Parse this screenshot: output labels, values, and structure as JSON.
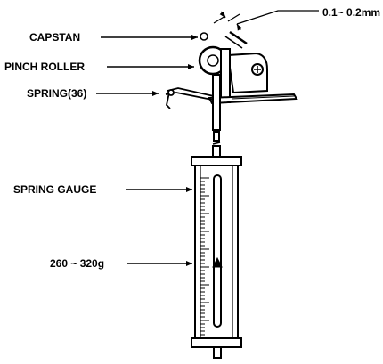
{
  "labels": {
    "capstan": "CAPSTAN",
    "pinch_roller": "PINCH ROLLER",
    "spring": "SPRING(36)",
    "spring_gauge": "SPRING GAUGE",
    "force_range": "260 ~ 320g",
    "gap": "0.1~ 0.2mm"
  }
}
